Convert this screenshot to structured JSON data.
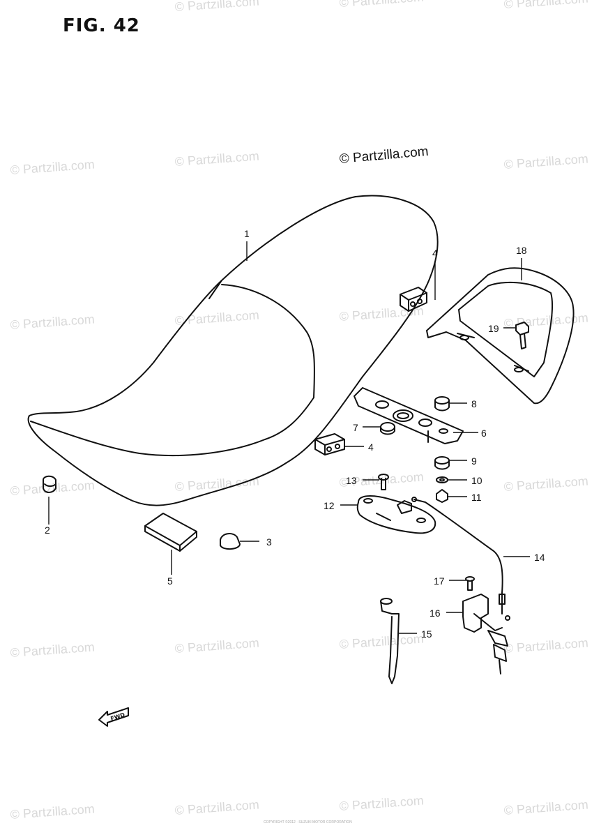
{
  "figure": {
    "title": "FIG. 42",
    "copyright": "© Partzilla.com",
    "watermark_text": "© Partzilla.com",
    "fwd_label": "FWD",
    "footnote": "COPYRIGHT ©2012 · SUZUKI MOTOR CORPORATION"
  },
  "callouts": [
    {
      "id": "1",
      "label": "1"
    },
    {
      "id": "2",
      "label": "2"
    },
    {
      "id": "3",
      "label": "3"
    },
    {
      "id": "4a",
      "label": "4"
    },
    {
      "id": "4b",
      "label": "4"
    },
    {
      "id": "5",
      "label": "5"
    },
    {
      "id": "6",
      "label": "6"
    },
    {
      "id": "7",
      "label": "7"
    },
    {
      "id": "8",
      "label": "8"
    },
    {
      "id": "9",
      "label": "9"
    },
    {
      "id": "10",
      "label": "10"
    },
    {
      "id": "11",
      "label": "11"
    },
    {
      "id": "12",
      "label": "12"
    },
    {
      "id": "13",
      "label": "13"
    },
    {
      "id": "14",
      "label": "14"
    },
    {
      "id": "15",
      "label": "15"
    },
    {
      "id": "16",
      "label": "16"
    },
    {
      "id": "17",
      "label": "17"
    },
    {
      "id": "18",
      "label": "18"
    },
    {
      "id": "19",
      "label": "19"
    }
  ],
  "colors": {
    "line": "#111111",
    "watermark": "#d9d9d9"
  }
}
